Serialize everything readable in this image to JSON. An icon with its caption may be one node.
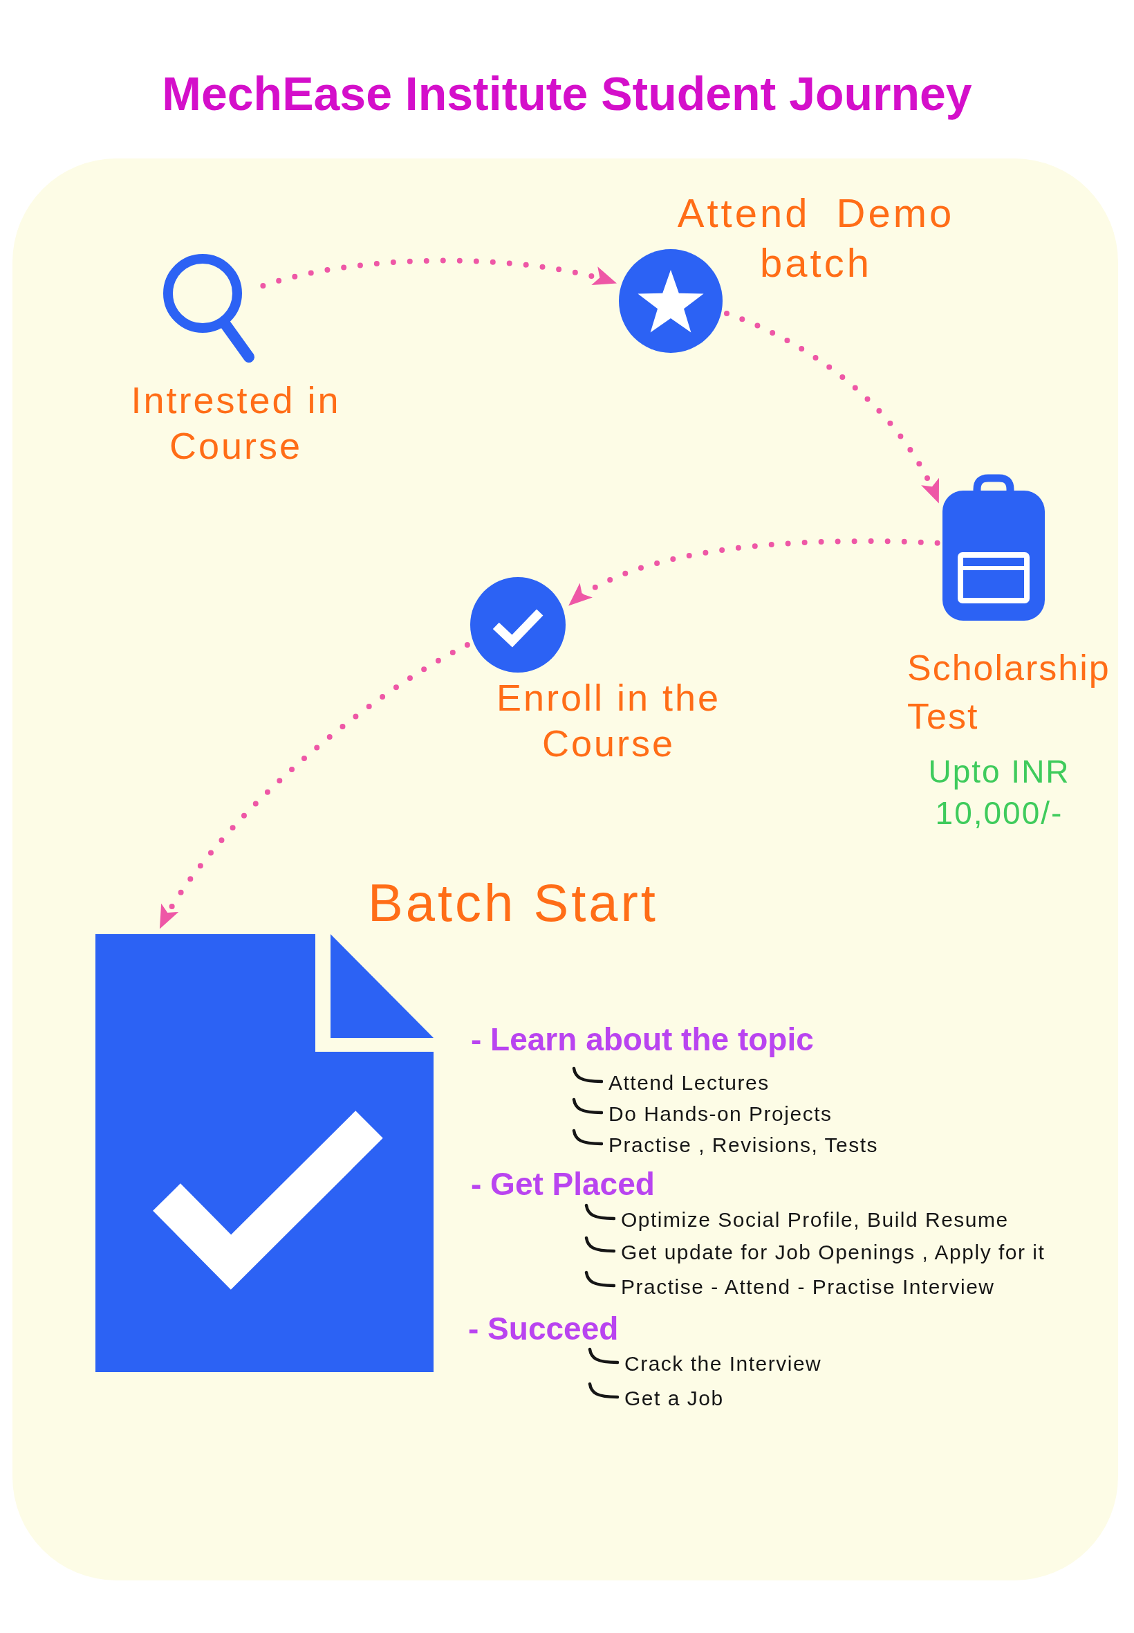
{
  "diagram": {
    "title": "MechEase Institute Student Journey",
    "nodes": [
      {
        "text": [],
        "shape": "magnifier",
        "beside": [
          "Intrested in Course"
        ]
      },
      {
        "text": [],
        "shape": "circle",
        "beside": [
          "Attend Demo batch"
        ]
      },
      {
        "text": [],
        "shape": "picture",
        "beside": [
          "Scholarship Test",
          "Upto INR 10,000/-"
        ]
      },
      {
        "text": [],
        "shape": "circle",
        "beside": [
          "Enroll in the Course"
        ]
      },
      {
        "text": [],
        "shape": "picture",
        "beside": [
          "Batch Start"
        ]
      }
    ],
    "edges": [
      {
        "from": 0,
        "to": 1,
        "arrow": "to",
        "style": "dashed"
      },
      {
        "from": 1,
        "to": 2,
        "arrow": "to",
        "style": "dashed"
      },
      {
        "from": 2,
        "to": 3,
        "arrow": "to",
        "style": "dashed"
      },
      {
        "from": 3,
        "to": 4,
        "arrow": "to",
        "style": "dashed"
      }
    ],
    "labels": [
      "- Learn about the topic",
      "Attend Lectures",
      "Do Hands-on Projects",
      "Practise , Revisions, Tests",
      "- Get Placed",
      "Optimize Social Profile, Build Resume",
      "Get update for Job Openings , Apply for it",
      "Practise - Attend - Practise Interview",
      "- Succeed",
      "Crack the Interview",
      "Get a Job"
    ]
  }
}
